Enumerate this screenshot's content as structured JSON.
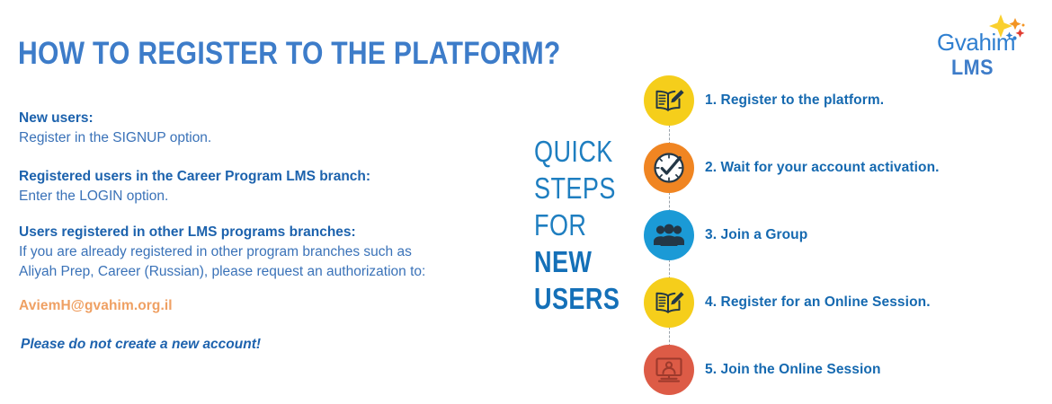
{
  "title": "HOW TO REGISTER TO THE PLATFORM?",
  "body_blocks": [
    {
      "heading": "New users:",
      "lines": [
        "Register in the SIGNUP option."
      ]
    },
    {
      "heading": "Registered users in the Career Program LMS branch:",
      "lines": [
        "Enter the LOGIN option."
      ]
    },
    {
      "heading": "Users registered in other LMS programs branches:",
      "lines": [
        "If you are already registered in other program branches such as",
        "Aliyah Prep, Career (Russian), please request an authorization to:"
      ]
    }
  ],
  "email": "AviemH@gvahim.org.il",
  "warning": "Please do not create a new account!",
  "vertical_headline": {
    "line1": "QUICK",
    "line2": "STEPS",
    "line3": "FOR",
    "line4": "NEW",
    "line5": "USERS"
  },
  "steps": [
    {
      "label": "1. Register to the platform.",
      "icon": "book-pencil-icon",
      "color": "#F5CE1B"
    },
    {
      "label": "2. Wait for your account activation.",
      "icon": "clock-check-icon",
      "color": "#F08522"
    },
    {
      "label": "3. Join a Group",
      "icon": "people-group-icon",
      "color": "#1B9AD6"
    },
    {
      "label": "4. Register for an Online Session.",
      "icon": "book-pencil-icon",
      "color": "#F5CE1B"
    },
    {
      "label": "5. Join the Online Session",
      "icon": "monitor-webinar-icon",
      "color": "#DD5B46"
    }
  ],
  "logo": {
    "word": "Gvahim",
    "sub": "LMS",
    "star_icon": "star-sparkle-icon"
  },
  "colors": {
    "title_blue": "#3D7CC9",
    "heading_blue": "#1C62AD",
    "body_blue": "#3A72B8",
    "email_orange": "#EFA063",
    "step_label_blue": "#1569B0",
    "headline_blue": "#1E7EC0",
    "icon_navy": "#233746",
    "connector_gray": "#9AA3AB"
  }
}
